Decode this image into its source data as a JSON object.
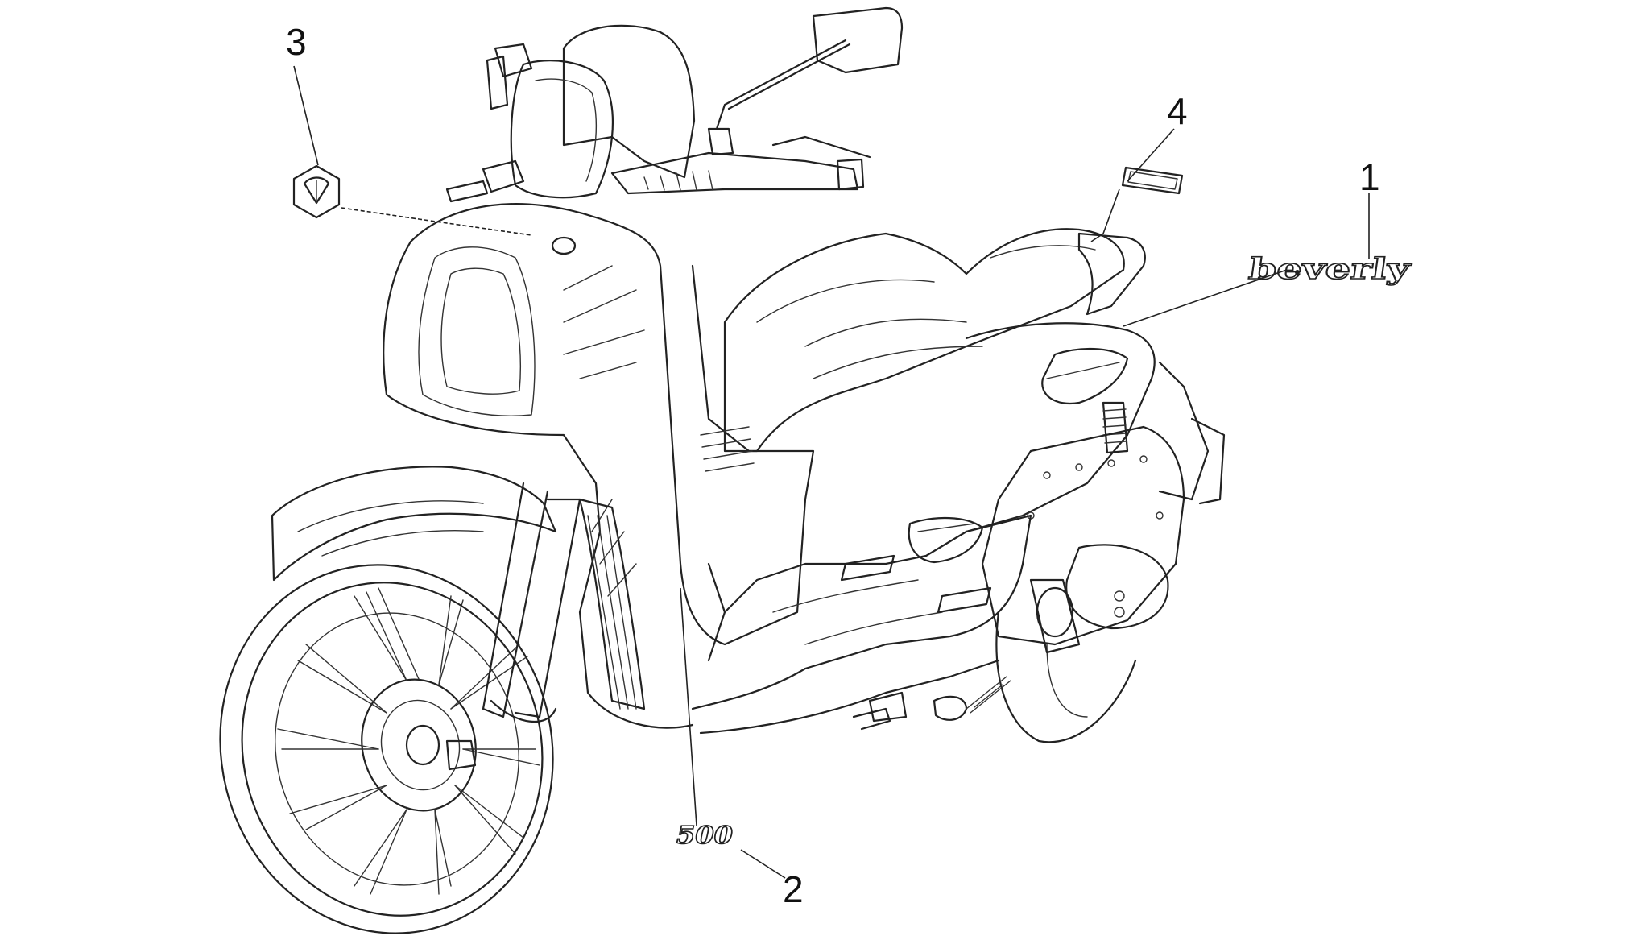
{
  "callouts": [
    {
      "id": "1",
      "label": "1"
    },
    {
      "id": "2",
      "label": "2"
    },
    {
      "id": "3",
      "label": "3"
    },
    {
      "id": "4",
      "label": "4"
    }
  ],
  "decals": {
    "model_name": "beverly",
    "displacement": "500"
  },
  "colors": {
    "line": "#222222",
    "background": "#ffffff"
  }
}
